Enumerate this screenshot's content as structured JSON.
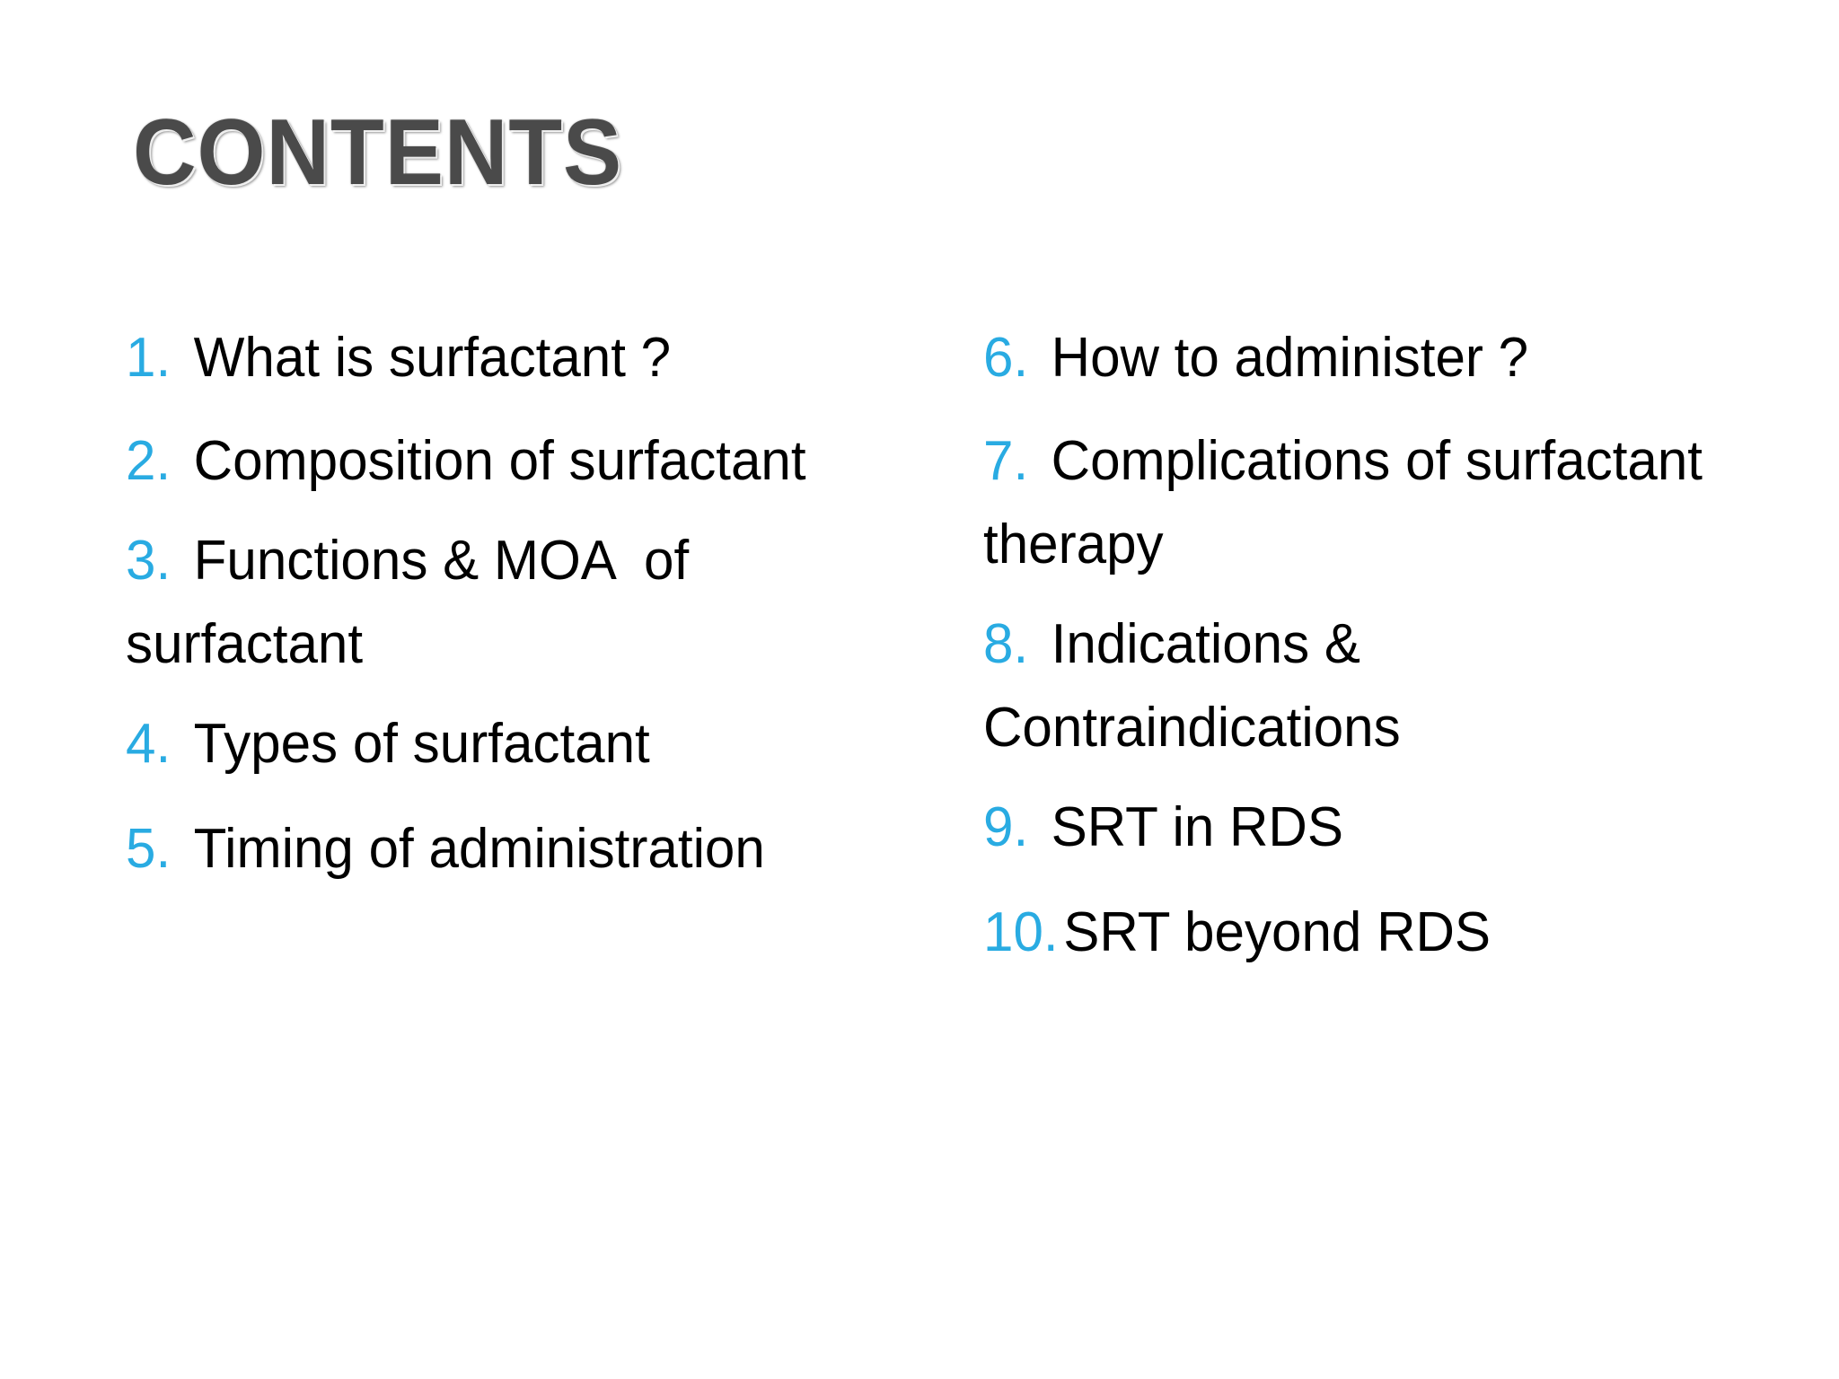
{
  "slide": {
    "title": "CONTENTS",
    "background_color": "#FFFFFF",
    "number_color": "#29ABE2",
    "text_color": "#000000",
    "title_color": "#4A4A4A"
  },
  "contents": {
    "left_column": [
      {
        "number": "1.",
        "text": "What is surfactant ?"
      },
      {
        "number": "2.",
        "text": "Composition of surfactant"
      },
      {
        "number": "3.",
        "text": "Functions & MOA  of surfactant"
      },
      {
        "number": "4.",
        "text": "Types of surfactant"
      },
      {
        "number": "5.",
        "text": "Timing of administration"
      }
    ],
    "right_column": [
      {
        "number": "6.",
        "text": "How to administer ?"
      },
      {
        "number": "7.",
        "text": "Complications of surfactant therapy"
      },
      {
        "number": "8.",
        "text": "Indications & Contraindications"
      },
      {
        "number": "9.",
        "text": "SRT in RDS"
      },
      {
        "number": "10.",
        "text": "SRT beyond RDS"
      }
    ]
  }
}
